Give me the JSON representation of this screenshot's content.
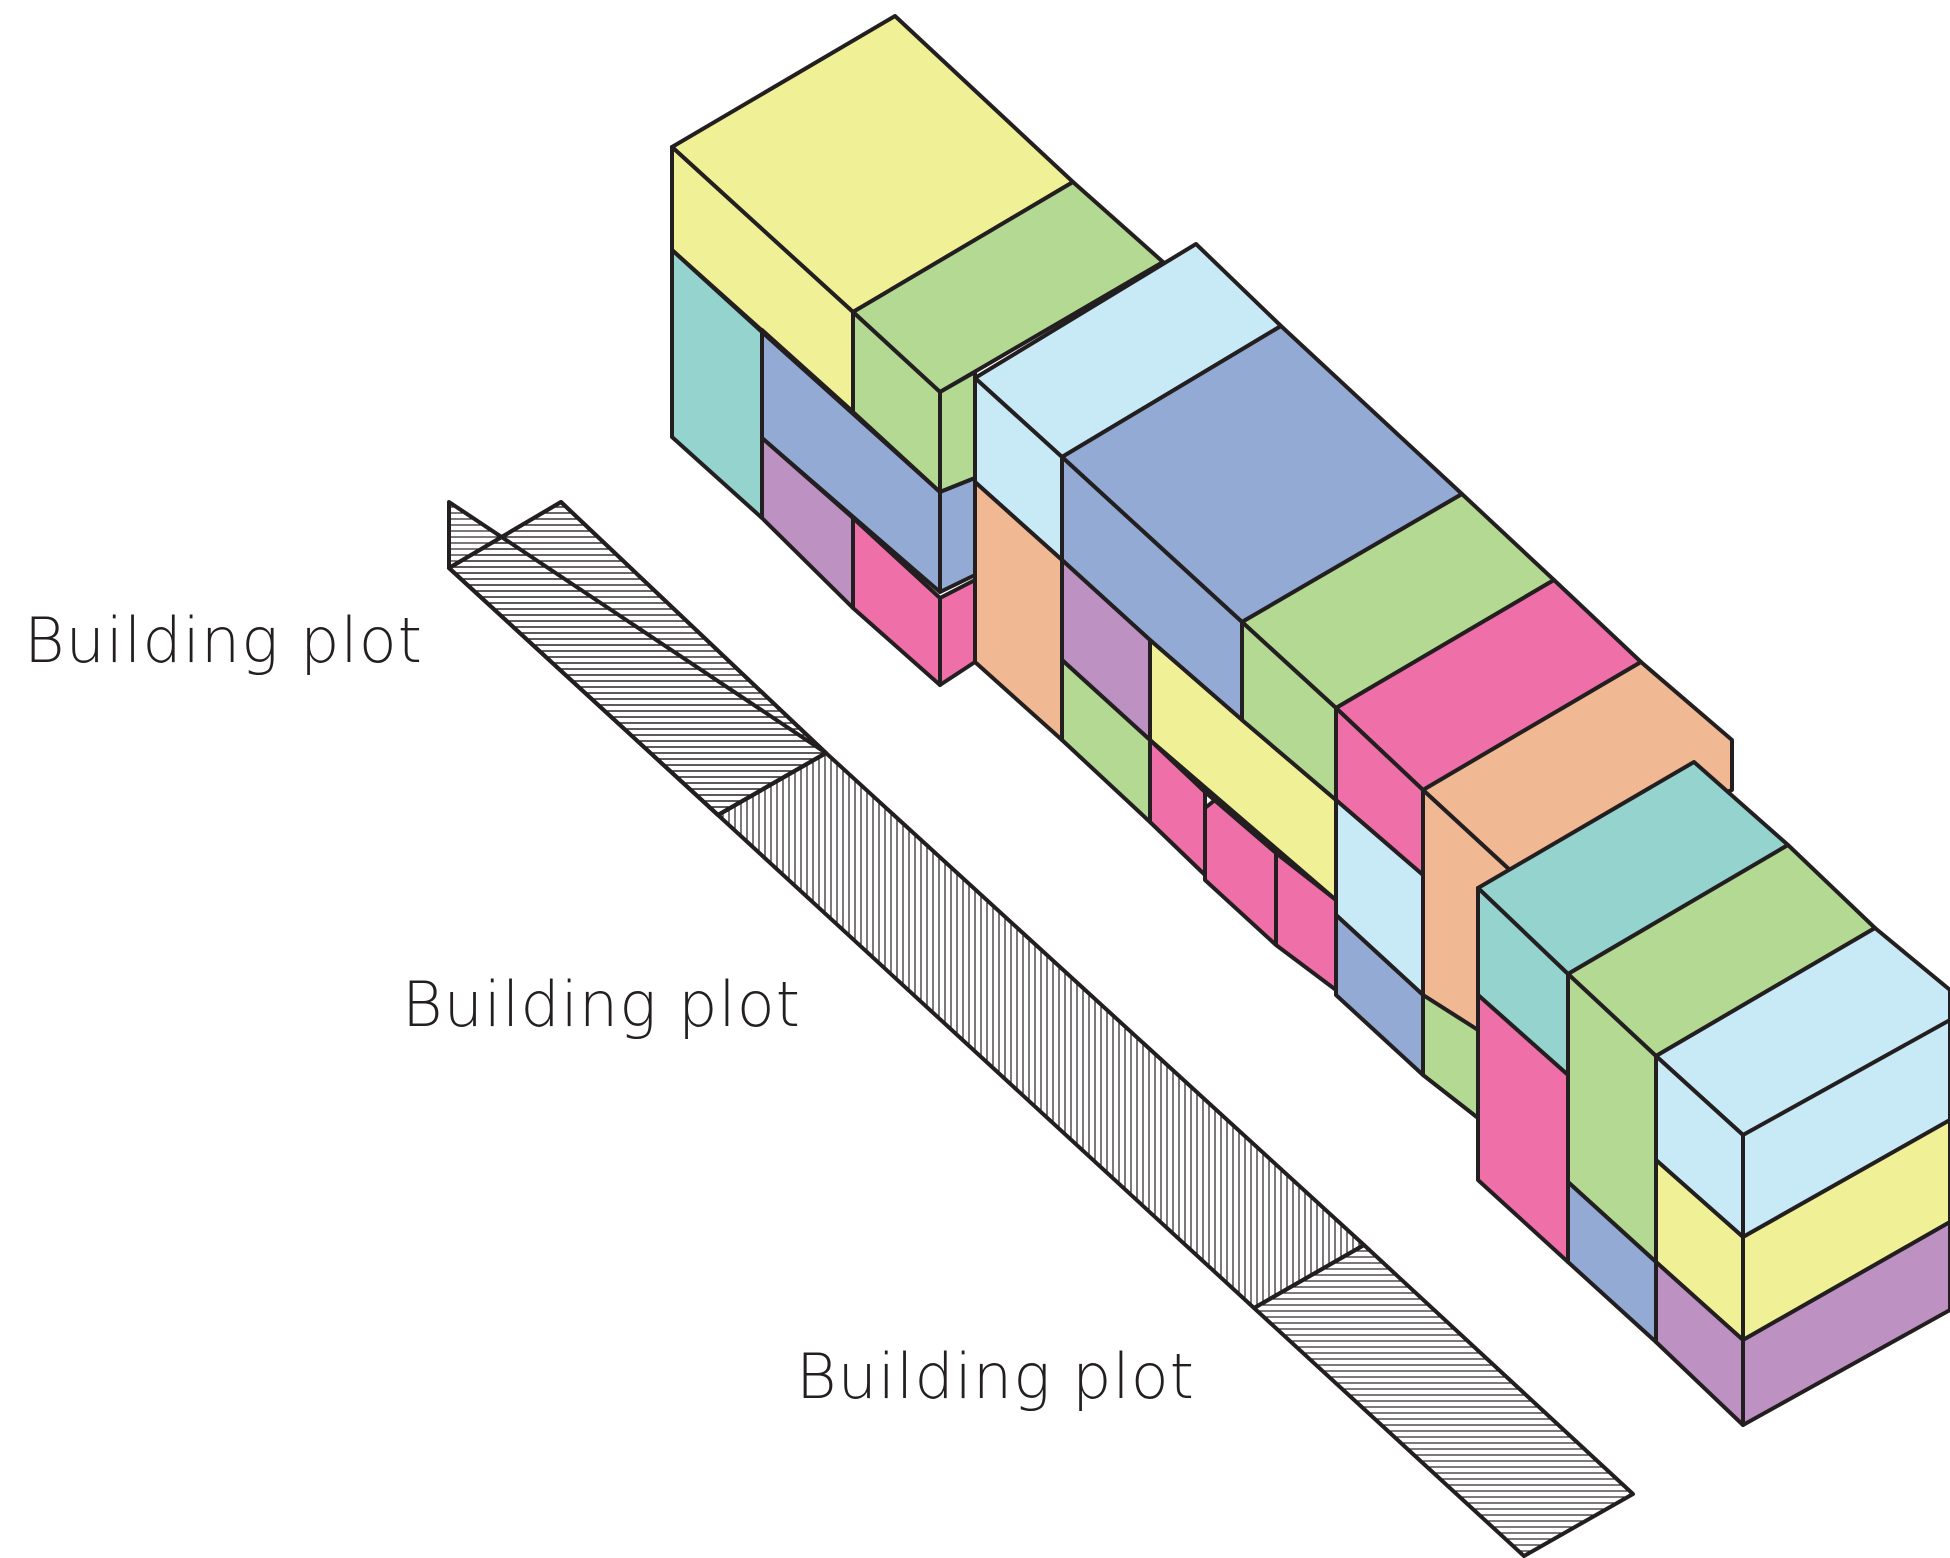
{
  "labels": [
    "Building plot",
    "Building plot",
    "Building plot"
  ],
  "colors": {
    "outline": "#231f20",
    "yellow": "#f0f096",
    "green": "#b3d992",
    "teal": "#95d3ce",
    "blue": "#93aad4",
    "lightblue": "#c8e9f6",
    "purple": "#be91c3",
    "pink": "#ef70a8",
    "orange": "#f0b993"
  }
}
